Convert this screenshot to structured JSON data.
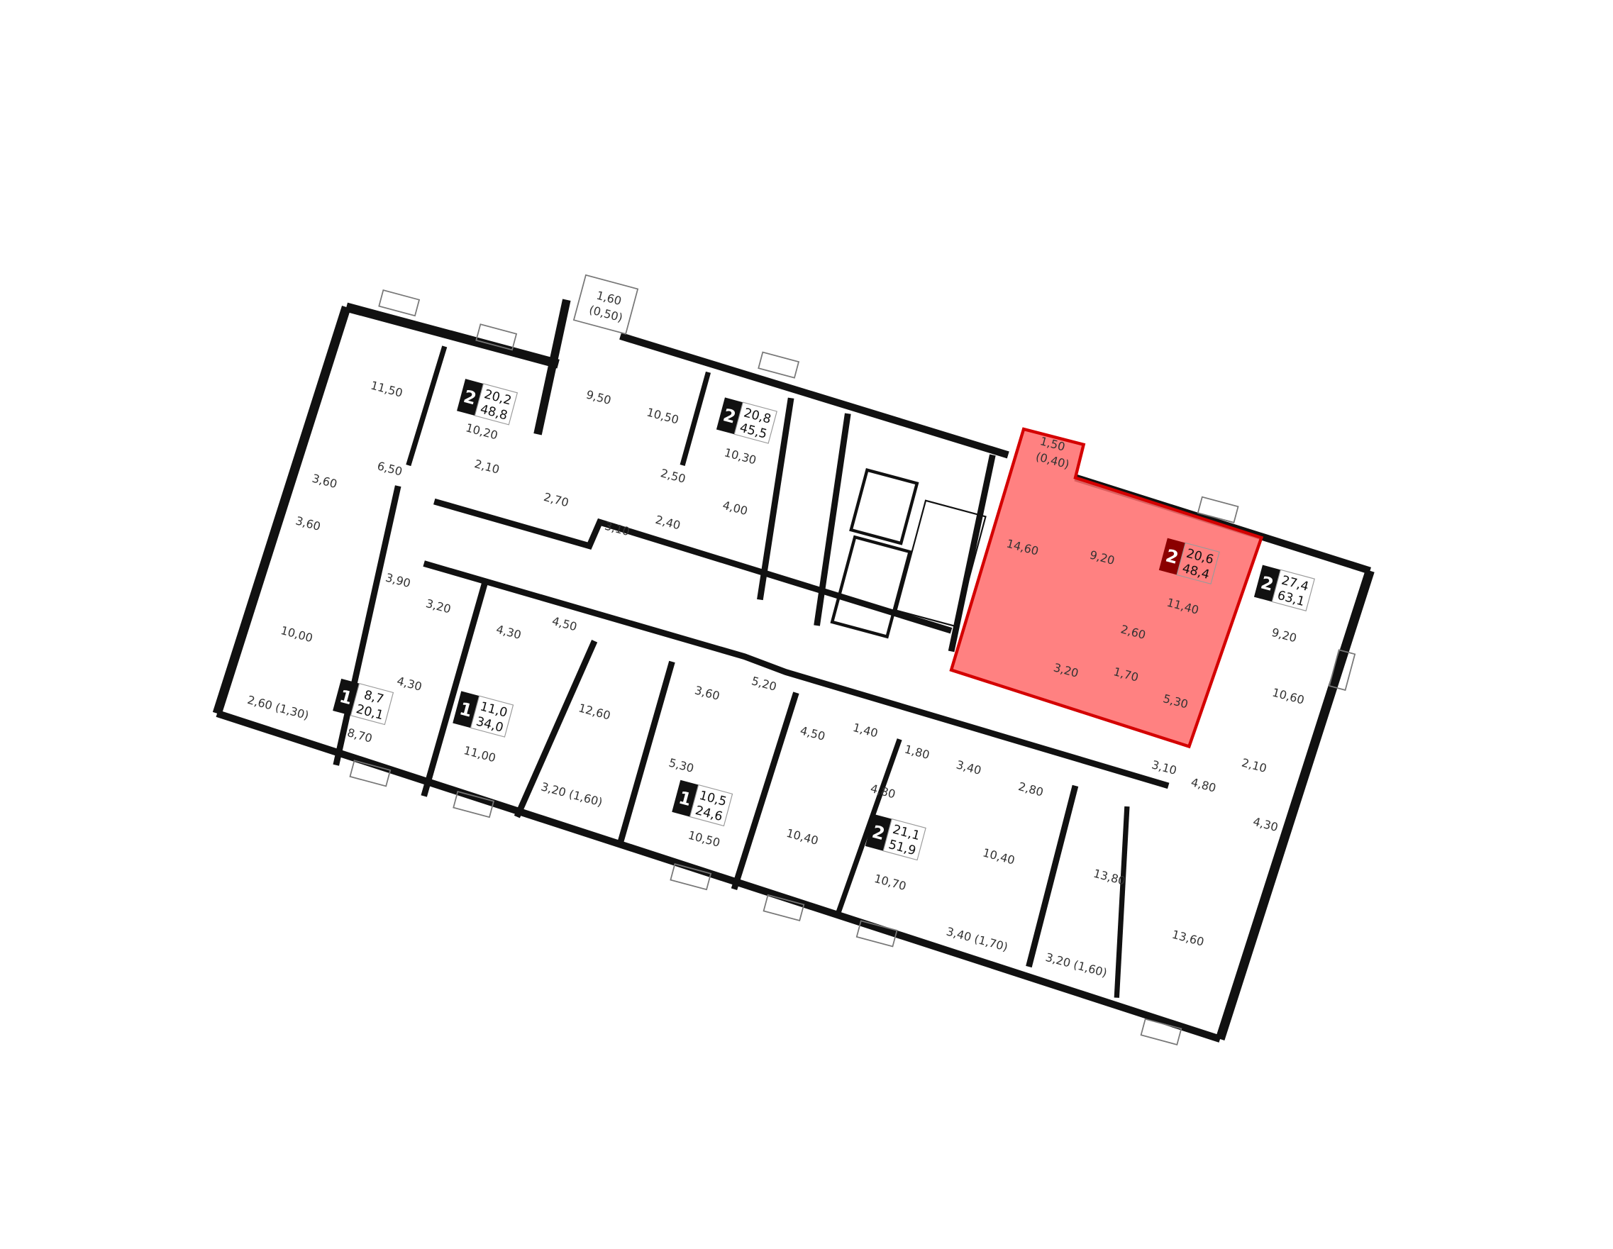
{
  "plan": {
    "highlight_color": "#ff6b6b",
    "rooms": [
      "11,50",
      "10,20",
      "6,50",
      "2,10",
      "3,60",
      "3,60",
      "3,90",
      "3,20",
      "4,30",
      "10,00",
      "4,50",
      "4,30",
      "2,60 (1,30)",
      "8,70",
      "11,00",
      "12,60",
      "3,20 (1,60)",
      "1,60",
      "(0,50)",
      "9,50",
      "10,50",
      "2,70",
      "3,10",
      "2,50",
      "10,30",
      "2,40",
      "4,00",
      "3,60",
      "5,20",
      "5,30",
      "10,50",
      "4,50",
      "1,40",
      "1,80",
      "3,40",
      "4,80",
      "10,40",
      "10,70",
      "2,80",
      "10,40",
      "3,40 (1,70)",
      "3,20 (1,60)",
      "13,80",
      "13,60",
      "3,10",
      "4,80",
      "2,10",
      "4,30",
      "10,60",
      "9,20",
      "14,60",
      "9,20",
      "11,40",
      "2,60",
      "3,20",
      "1,70",
      "5,30",
      "1,50",
      "(0,40)"
    ],
    "apartments": [
      {
        "rooms": "2",
        "living": "20,2",
        "total": "48,8",
        "highlighted": false
      },
      {
        "rooms": "2",
        "living": "20,8",
        "total": "45,5",
        "highlighted": false
      },
      {
        "rooms": "1",
        "living": "8,7",
        "total": "20,1",
        "highlighted": false
      },
      {
        "rooms": "1",
        "living": "11,0",
        "total": "34,0",
        "highlighted": false
      },
      {
        "rooms": "1",
        "living": "10,5",
        "total": "24,6",
        "highlighted": false
      },
      {
        "rooms": "2",
        "living": "21,1",
        "total": "51,9",
        "highlighted": false
      },
      {
        "rooms": "2",
        "living": "20,6",
        "total": "48,4",
        "highlighted": true
      },
      {
        "rooms": "2",
        "living": "27,4",
        "total": "63,1",
        "highlighted": false
      }
    ]
  }
}
